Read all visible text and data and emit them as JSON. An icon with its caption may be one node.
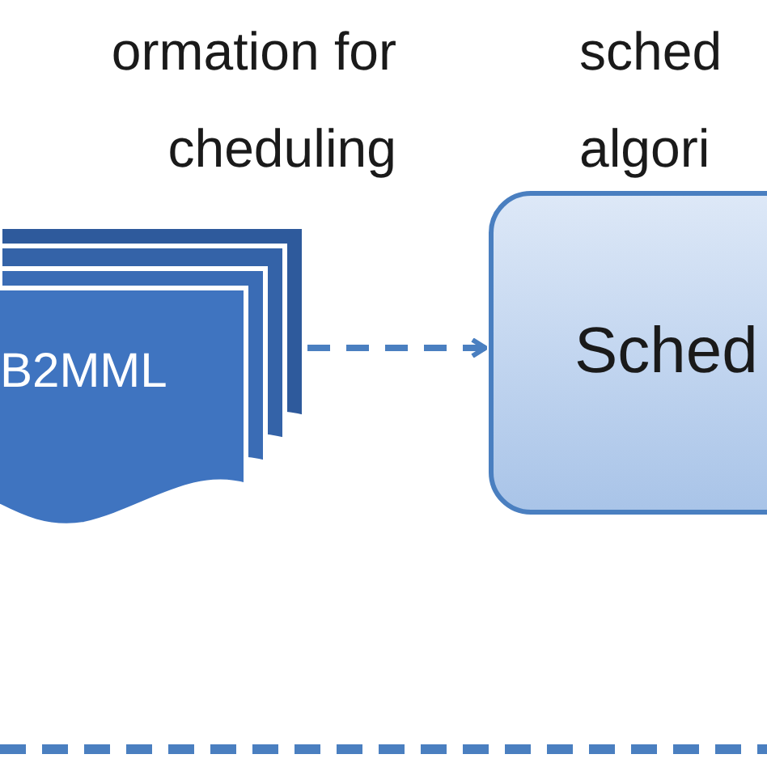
{
  "diagram": {
    "nodes": [
      {
        "text": [
          "ormation for cheduling",
          "B2MML"
        ]
      },
      {
        "text": [
          "sched algori",
          "Sched"
        ]
      }
    ],
    "edges": [
      {
        "from": 0,
        "to": 1,
        "arrow": "to",
        "style": "dashed"
      }
    ]
  }
}
